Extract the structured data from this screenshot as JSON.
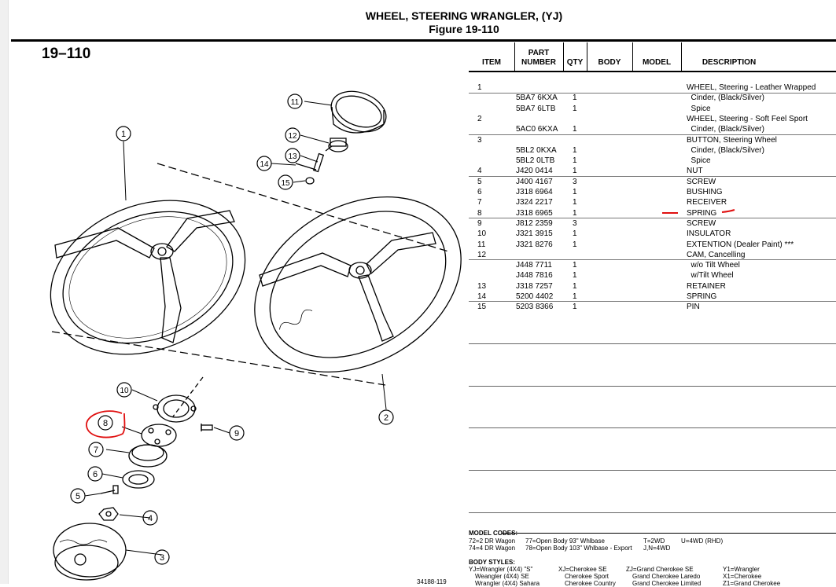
{
  "doc": {
    "title": "WHEEL, STEERING WRANGLER, (YJ)",
    "figure_line": "Figure  19-110",
    "figure_number": "19–110",
    "bottom_code": "34188-119"
  },
  "headers": {
    "item": "ITEM",
    "part_number": "PART\nNUMBER",
    "qty": "QTY",
    "body": "BODY",
    "model": "MODEL",
    "description": "DESCRIPTION"
  },
  "rows": [
    {
      "item": "1",
      "part": "",
      "qty": "",
      "desc": "WHEEL, Steering - Leather Wrapped"
    },
    {
      "item": "",
      "part": "5BA7 6KXA",
      "qty": "1",
      "desc": "  Cinder, (Black/Silver)"
    },
    {
      "item": "",
      "part": "5BA7 6LTB",
      "qty": "1",
      "desc": "  Spice"
    },
    {
      "item": "2",
      "part": "",
      "qty": "",
      "desc": "WHEEL, Steering - Soft Feel Sport"
    },
    {
      "item": "",
      "part": "5AC0 6KXA",
      "qty": "1",
      "desc": "  Cinder, (Black/Silver)"
    },
    {
      "item": "3",
      "part": "",
      "qty": "",
      "desc": "BUTTON, Steering Wheel"
    },
    {
      "item": "",
      "part": "5BL2 0KXA",
      "qty": "1",
      "desc": "  Cinder, (Black/Silver)"
    },
    {
      "item": "",
      "part": "5BL2 0LTB",
      "qty": "1",
      "desc": "  Spice"
    },
    {
      "item": "4",
      "part": "J420 0414",
      "qty": "1",
      "desc": "NUT"
    },
    {
      "item": "5",
      "part": "J400 4167",
      "qty": "3",
      "desc": "SCREW"
    },
    {
      "item": "6",
      "part": "J318 6964",
      "qty": "1",
      "desc": "BUSHING"
    },
    {
      "item": "7",
      "part": "J324 2217",
      "qty": "1",
      "desc": "RECEIVER"
    },
    {
      "item": "8",
      "part": "J318 6965",
      "qty": "1",
      "desc": "SPRING"
    },
    {
      "item": "9",
      "part": "J812 2359",
      "qty": "3",
      "desc": "SCREW"
    },
    {
      "item": "10",
      "part": "J321 3915",
      "qty": "1",
      "desc": "INSULATOR"
    },
    {
      "item": "11",
      "part": "J321 8276",
      "qty": "1",
      "desc": "EXTENTION (Dealer Paint) ***"
    },
    {
      "item": "12",
      "part": "",
      "qty": "",
      "desc": "CAM, Cancelling"
    },
    {
      "item": "",
      "part": "J448 7711",
      "qty": "1",
      "desc": "  w/o Tilt Wheel"
    },
    {
      "item": "",
      "part": "J448 7816",
      "qty": "1",
      "desc": "  w/Tilt Wheel"
    },
    {
      "item": "13",
      "part": "J318 7257",
      "qty": "1",
      "desc": "RETAINER"
    },
    {
      "item": "14",
      "part": "5200 4402",
      "qty": "1",
      "desc": "SPRING"
    },
    {
      "item": "15",
      "part": "5203 8366",
      "qty": "1",
      "desc": "PIN"
    }
  ],
  "callouts": [
    "1",
    "2",
    "3",
    "4",
    "5",
    "6",
    "7",
    "8",
    "9",
    "10",
    "11",
    "12",
    "13",
    "14",
    "15"
  ],
  "codes": {
    "model_codes_label": "MODEL CODES:",
    "mc_1": "72=2 DR Wagon",
    "mc_2": "74=4 DR Wagon",
    "mc_3": "77=Open Body 93\" Whlbase",
    "mc_4": "78=Open Body 103\" Whlbase - Export",
    "mc_5": "T=2WD",
    "mc_6": "J,N=4WD",
    "mc_7": "U=4WD (RHD)",
    "body_styles_label": "BODY STYLES:",
    "bs_1": "YJ=Wrangler (4X4) \"S\"",
    "bs_2": "Weangler (4X4) SE",
    "bs_3": "Wrangler (4X4) Sahara",
    "bs_4": "XJ=Cherokee SE",
    "bs_5": "Cherokee Sport",
    "bs_6": "Cherokee Country",
    "bs_7": "ZJ=Grand Cherokee SE",
    "bs_8": "Grand Cherokee Laredo",
    "bs_9": "Grand Cherokee Limited",
    "bs_10": "Y1=Wrangler",
    "bs_11": "X1=Cherokee",
    "bs_12": "Z1=Grand Cherokee"
  },
  "colors": {
    "annotation": "#e01010",
    "ink": "#000000"
  }
}
